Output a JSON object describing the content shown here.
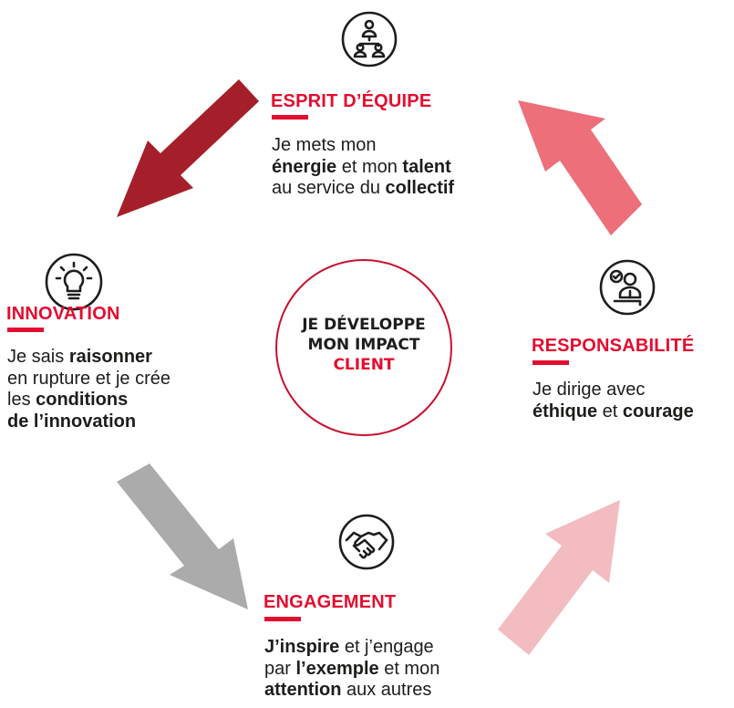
{
  "center": {
    "line1": "JE DÉVELOPPE",
    "line2": "MON IMPACT",
    "line3": "CLIENT"
  },
  "values": [
    {
      "id": "esprit",
      "icon": "team-hierarchy-icon",
      "title": "ESPRIT D’ÉQUIPE",
      "lines": [
        [
          {
            "t": "Je mets mon",
            "b": false
          }
        ],
        [
          {
            "t": "énergie",
            "b": true
          },
          {
            "t": " et mon ",
            "b": false
          },
          {
            "t": "talent",
            "b": true
          }
        ],
        [
          {
            "t": "au service du ",
            "b": false
          },
          {
            "t": "collectif",
            "b": true
          }
        ]
      ]
    },
    {
      "id": "innovation",
      "icon": "lightbulb-icon",
      "title": "INNOVATION",
      "lines": [
        [
          {
            "t": "Je sais ",
            "b": false
          },
          {
            "t": "raisonner",
            "b": true
          }
        ],
        [
          {
            "t": "en rupture et je crée",
            "b": false
          }
        ],
        [
          {
            "t": "les ",
            "b": false
          },
          {
            "t": "conditions",
            "b": true
          }
        ],
        [
          {
            "t": "de l’innovation",
            "b": true
          }
        ]
      ]
    },
    {
      "id": "responsabilite",
      "icon": "leader-check-icon",
      "title": "RESPONSABILITÉ",
      "lines": [
        [
          {
            "t": "Je dirige avec",
            "b": false
          }
        ],
        [
          {
            "t": "éthique",
            "b": true
          },
          {
            "t": " et ",
            "b": false
          },
          {
            "t": "courage",
            "b": true
          }
        ]
      ]
    },
    {
      "id": "engagement",
      "icon": "handshake-icon",
      "title": "ENGAGEMENT",
      "lines": [
        [
          {
            "t": "J’inspire",
            "b": true
          },
          {
            "t": " et j’engage",
            "b": false
          }
        ],
        [
          {
            "t": "par ",
            "b": false
          },
          {
            "t": "l’exemple",
            "b": true
          },
          {
            "t": " et mon",
            "b": false
          }
        ],
        [
          {
            "t": "attention",
            "b": true
          },
          {
            "t": " aux autres",
            "b": false
          }
        ]
      ]
    }
  ],
  "arrows": [
    {
      "name": "arrow-top-left",
      "color": "#a51f2b"
    },
    {
      "name": "arrow-top-right",
      "color": "#ec6f7a"
    },
    {
      "name": "arrow-bottom-left",
      "color": "#ababab"
    },
    {
      "name": "arrow-bottom-right",
      "color": "#f3bcc1"
    }
  ]
}
